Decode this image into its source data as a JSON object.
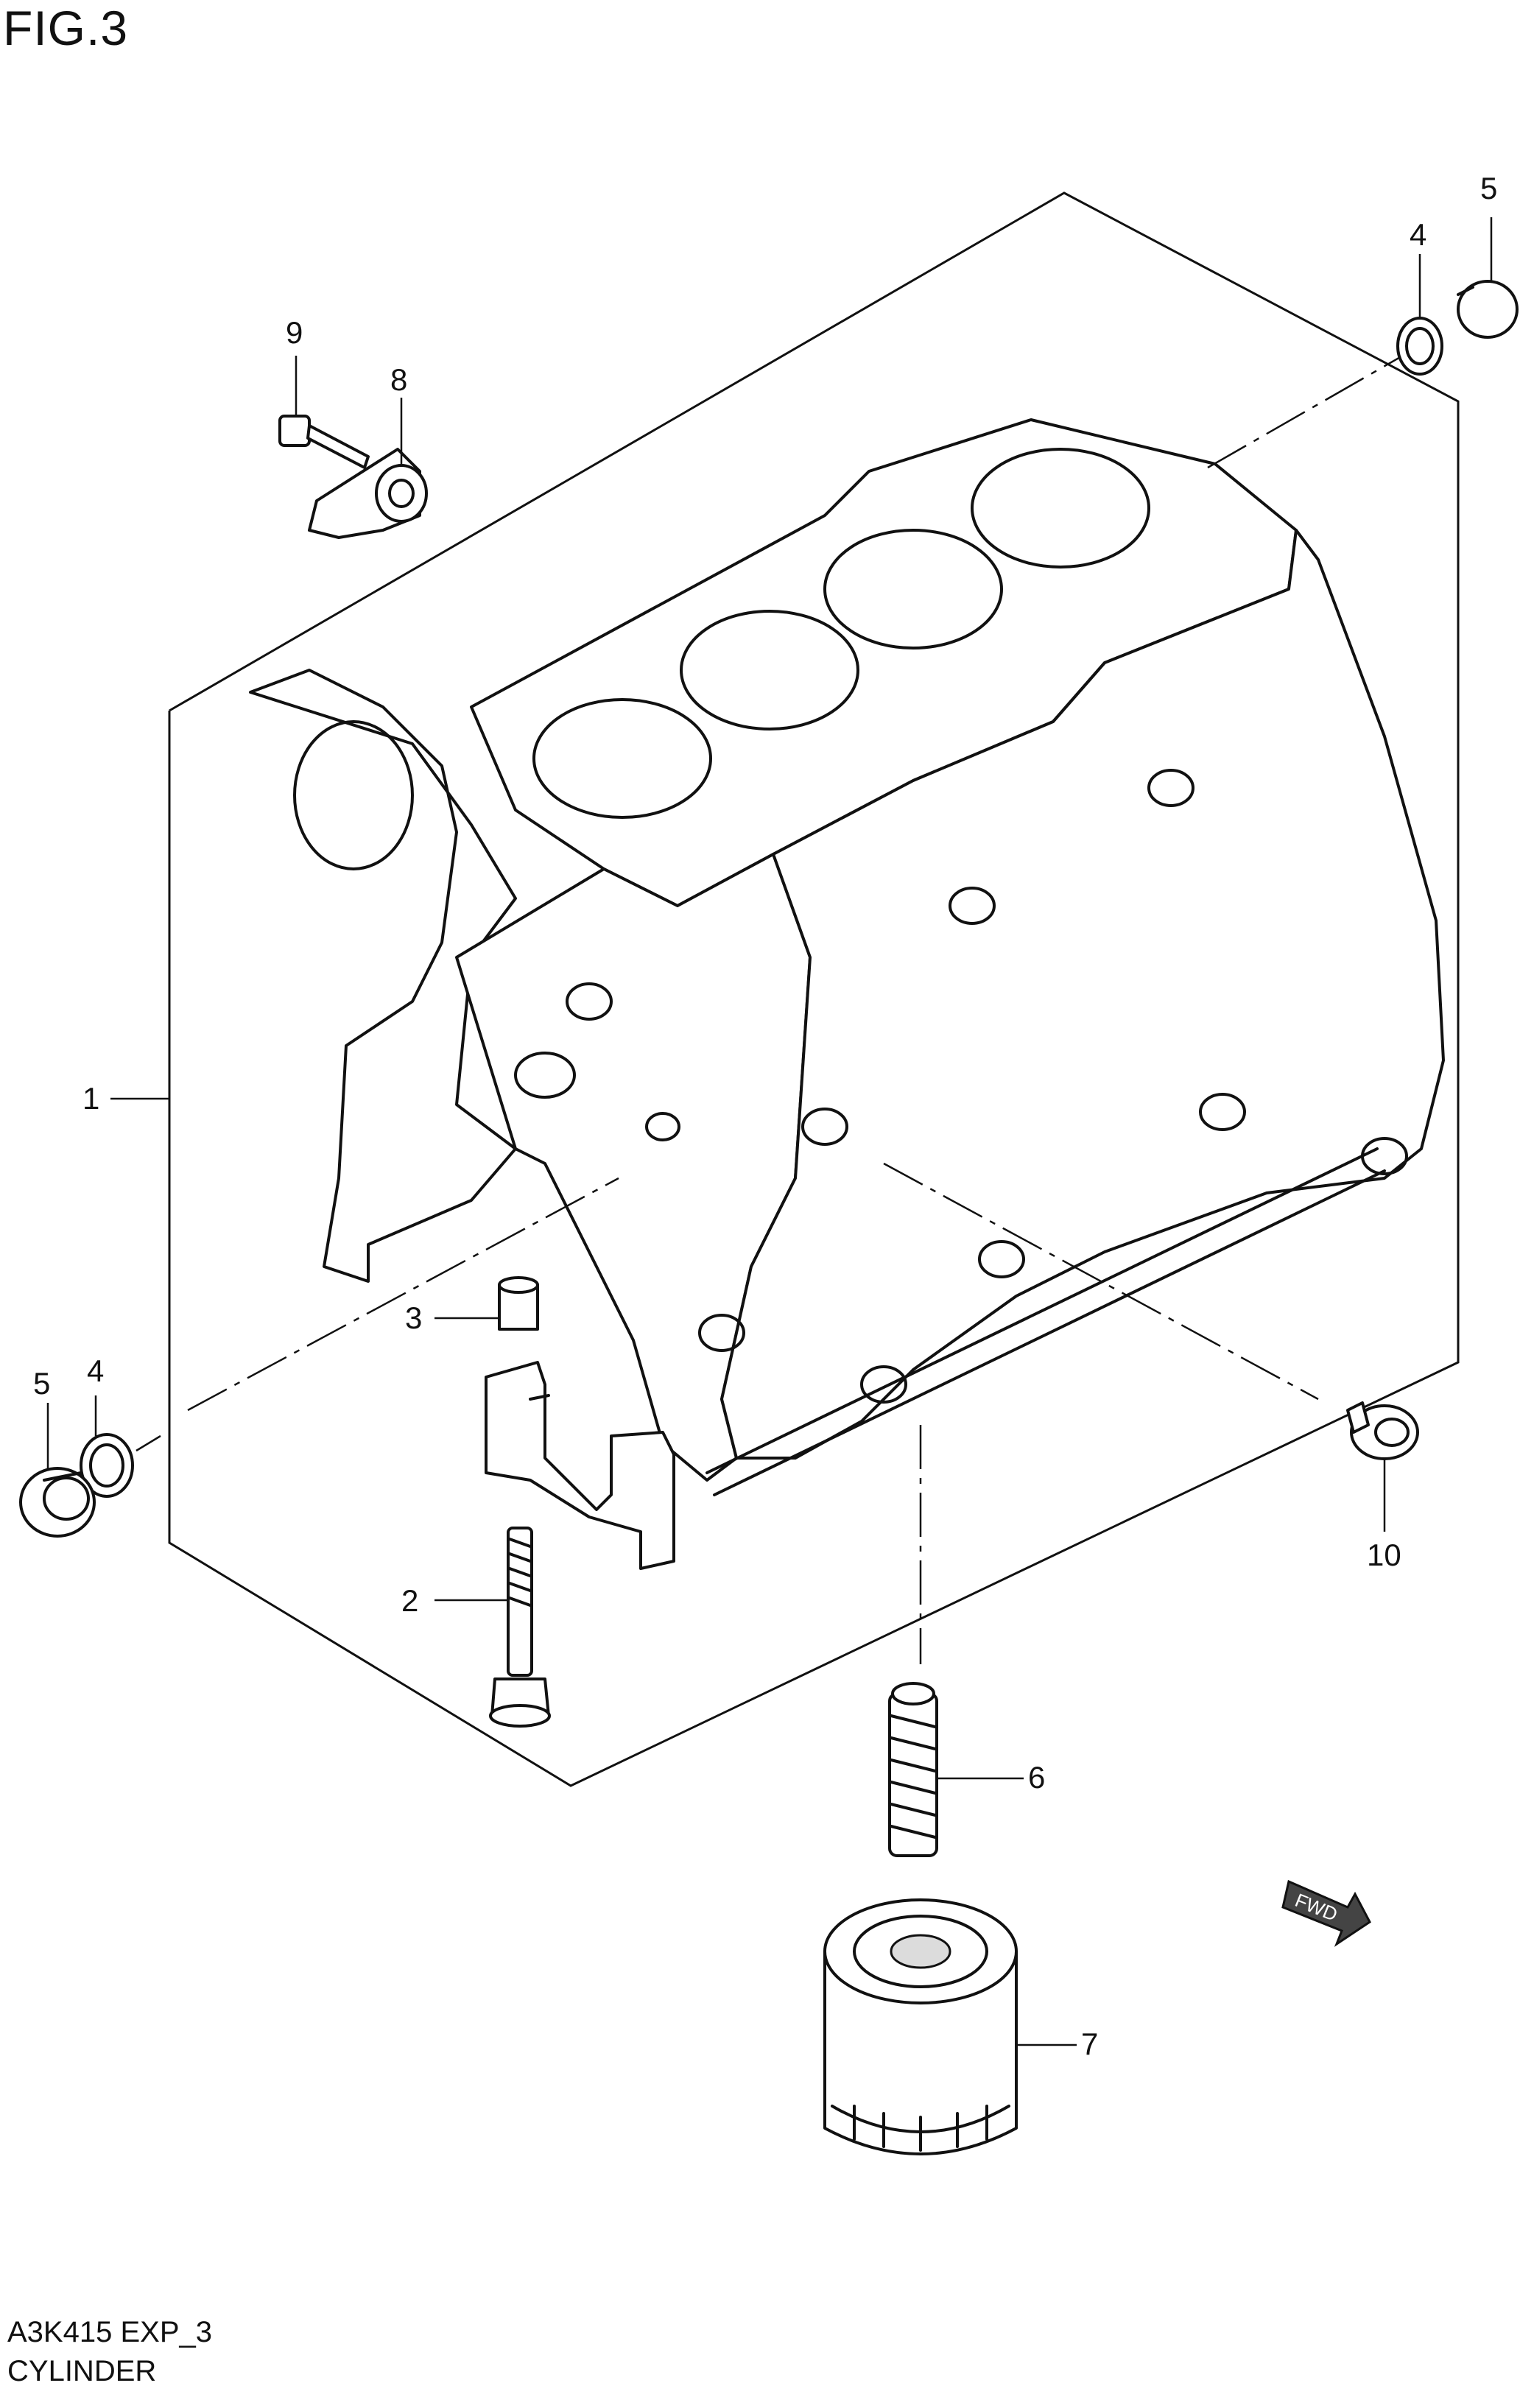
{
  "figure": {
    "title": "FIG.3",
    "code": "A3K415 EXP_3",
    "name": "CYLINDER"
  },
  "callouts": [
    {
      "id": "1",
      "label": "1"
    },
    {
      "id": "2",
      "label": "2"
    },
    {
      "id": "3",
      "label": "3"
    },
    {
      "id": "4a",
      "label": "4"
    },
    {
      "id": "5a",
      "label": "5"
    },
    {
      "id": "4b",
      "label": "4"
    },
    {
      "id": "5b",
      "label": "5"
    },
    {
      "id": "6",
      "label": "6"
    },
    {
      "id": "7",
      "label": "7"
    },
    {
      "id": "8",
      "label": "8"
    },
    {
      "id": "9",
      "label": "9"
    },
    {
      "id": "10",
      "label": "10"
    }
  ],
  "fwd_badge": "FWD"
}
